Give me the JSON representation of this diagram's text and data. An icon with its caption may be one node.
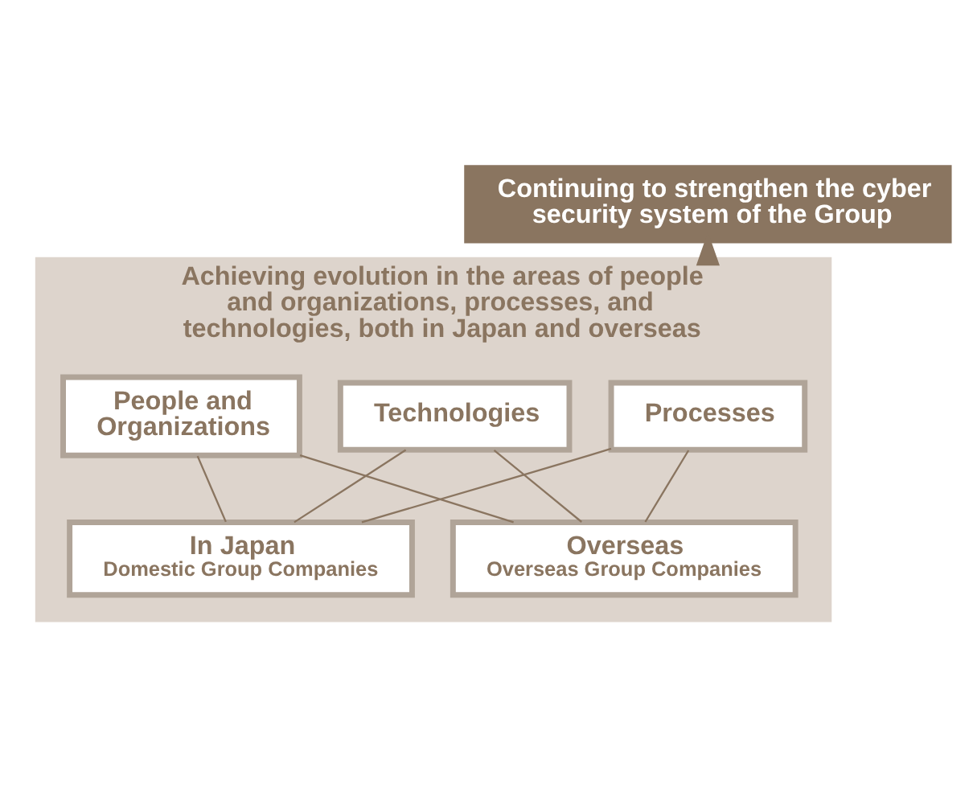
{
  "diagram": {
    "nodes": [
      {
        "text": [
          "Continuing to strengthen the cyber security system of the Group"
        ]
      },
      {
        "text": [
          "Achieving evolution in the areas of people and organizations, processes, and technologies, both in Japan and overseas"
        ]
      },
      {
        "text": [
          "People and Organizations"
        ],
        "in": 1
      },
      {
        "text": [
          "Processes"
        ],
        "in": 1
      },
      {
        "text": [
          "Technologies"
        ],
        "in": 1
      },
      {
        "text": [
          "In Japan",
          "Domestic Group Companies"
        ],
        "in": 1
      },
      {
        "text": [
          "Overseas",
          "Overseas Group Companies"
        ],
        "in": 1
      }
    ],
    "edges": [
      {
        "from": 1,
        "to": 0,
        "arrow": "to",
        "style": "thick"
      },
      {
        "from": 2,
        "to": 5,
        "arrow": "none"
      },
      {
        "from": 2,
        "to": 6,
        "arrow": "none"
      },
      {
        "from": 3,
        "to": 5,
        "arrow": "none"
      },
      {
        "from": 3,
        "to": 6,
        "arrow": "none"
      },
      {
        "from": 4,
        "to": 5,
        "arrow": "none"
      },
      {
        "from": 4,
        "to": 6,
        "arrow": "none"
      }
    ]
  }
}
